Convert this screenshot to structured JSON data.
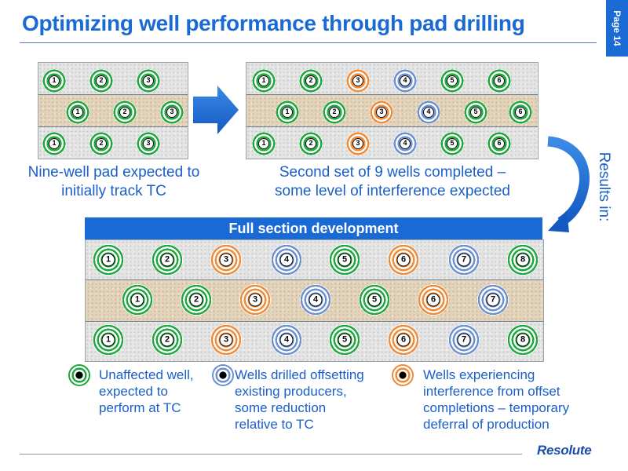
{
  "title": "Optimizing well performance through pad drilling",
  "page_label": "Page 14",
  "colors": {
    "unaffected": "#1ca83c",
    "offset": "#6b8fd0",
    "interference": "#f08a36",
    "accent": "#1a6ad6"
  },
  "pad1": {
    "caption": "Nine-well pad expected to initially track TC",
    "rows": [
      [
        {
          "n": "1",
          "c": "green"
        },
        {
          "n": "2",
          "c": "green"
        },
        {
          "n": "3",
          "c": "green"
        }
      ],
      [
        {
          "n": "1",
          "c": "green"
        },
        {
          "n": "2",
          "c": "green"
        },
        {
          "n": "3",
          "c": "green"
        }
      ],
      [
        {
          "n": "1",
          "c": "green"
        },
        {
          "n": "2",
          "c": "green"
        },
        {
          "n": "3",
          "c": "green"
        }
      ]
    ]
  },
  "pad2": {
    "caption": "Second set of 9 wells completed – some level of interference expected",
    "rows": [
      [
        {
          "n": "1",
          "c": "green"
        },
        {
          "n": "2",
          "c": "green"
        },
        {
          "n": "3",
          "c": "orange"
        },
        {
          "n": "4",
          "c": "blue"
        },
        {
          "n": "5",
          "c": "green"
        },
        {
          "n": "6",
          "c": "green"
        }
      ],
      [
        {
          "n": "1",
          "c": "green"
        },
        {
          "n": "2",
          "c": "green"
        },
        {
          "n": "3",
          "c": "orange"
        },
        {
          "n": "4",
          "c": "blue"
        },
        {
          "n": "5",
          "c": "green"
        },
        {
          "n": "6",
          "c": "green"
        }
      ],
      [
        {
          "n": "1",
          "c": "green"
        },
        {
          "n": "2",
          "c": "green"
        },
        {
          "n": "3",
          "c": "orange"
        },
        {
          "n": "4",
          "c": "blue"
        },
        {
          "n": "5",
          "c": "green"
        },
        {
          "n": "6",
          "c": "green"
        }
      ]
    ]
  },
  "results_label": "Results in:",
  "full": {
    "header": "Full section development",
    "rows": [
      [
        {
          "n": "1",
          "c": "green"
        },
        {
          "n": "2",
          "c": "green"
        },
        {
          "n": "3",
          "c": "orange"
        },
        {
          "n": "4",
          "c": "blue"
        },
        {
          "n": "5",
          "c": "green"
        },
        {
          "n": "6",
          "c": "orange"
        },
        {
          "n": "7",
          "c": "blue"
        },
        {
          "n": "8",
          "c": "green"
        }
      ],
      [
        {
          "n": "1",
          "c": "green"
        },
        {
          "n": "2",
          "c": "green"
        },
        {
          "n": "3",
          "c": "orange"
        },
        {
          "n": "4",
          "c": "blue"
        },
        {
          "n": "5",
          "c": "green"
        },
        {
          "n": "6",
          "c": "orange"
        },
        {
          "n": "7",
          "c": "blue"
        }
      ],
      [
        {
          "n": "1",
          "c": "green"
        },
        {
          "n": "2",
          "c": "green"
        },
        {
          "n": "3",
          "c": "orange"
        },
        {
          "n": "4",
          "c": "blue"
        },
        {
          "n": "5",
          "c": "green"
        },
        {
          "n": "6",
          "c": "orange"
        },
        {
          "n": "7",
          "c": "blue"
        },
        {
          "n": "8",
          "c": "green"
        }
      ]
    ]
  },
  "legend": [
    {
      "color": "green",
      "lines": [
        "Unaffected well,",
        "expected to",
        "perform at TC"
      ]
    },
    {
      "color": "blue",
      "lines": [
        "Wells drilled offsetting",
        "existing producers,",
        "some reduction",
        "relative to TC"
      ]
    },
    {
      "color": "orange",
      "lines": [
        "Wells experiencing",
        "interference from offset",
        "completions – temporary",
        "deferral of production"
      ]
    }
  ],
  "logo": "Resolute"
}
